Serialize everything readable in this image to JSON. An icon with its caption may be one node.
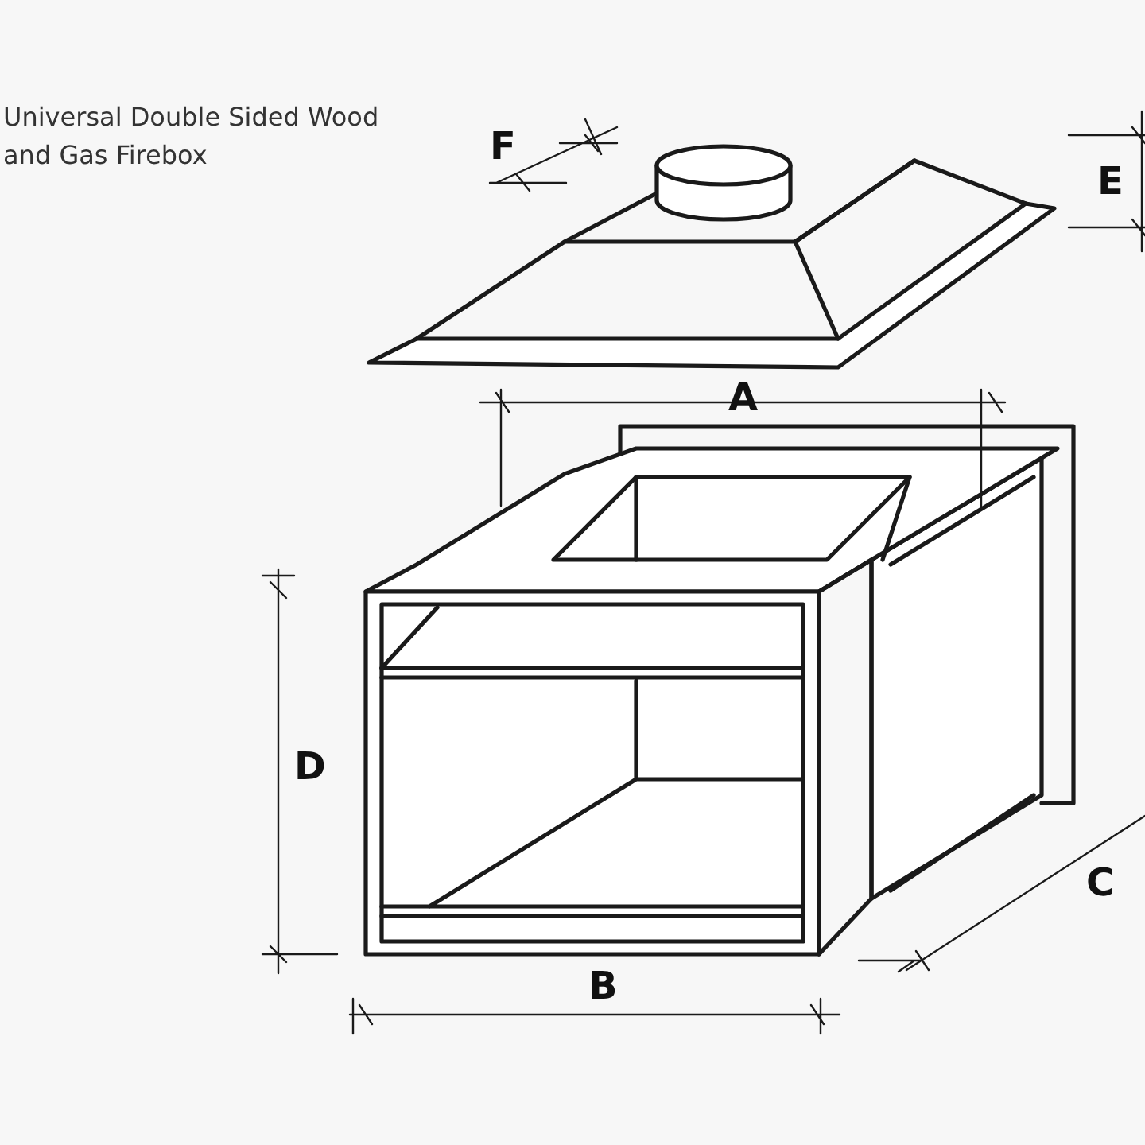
{
  "diagram": {
    "title": "Universal Double Sided Wood and Gas Firebox",
    "labels": [
      "F",
      "E",
      "A",
      "D",
      "C",
      "B"
    ]
  }
}
